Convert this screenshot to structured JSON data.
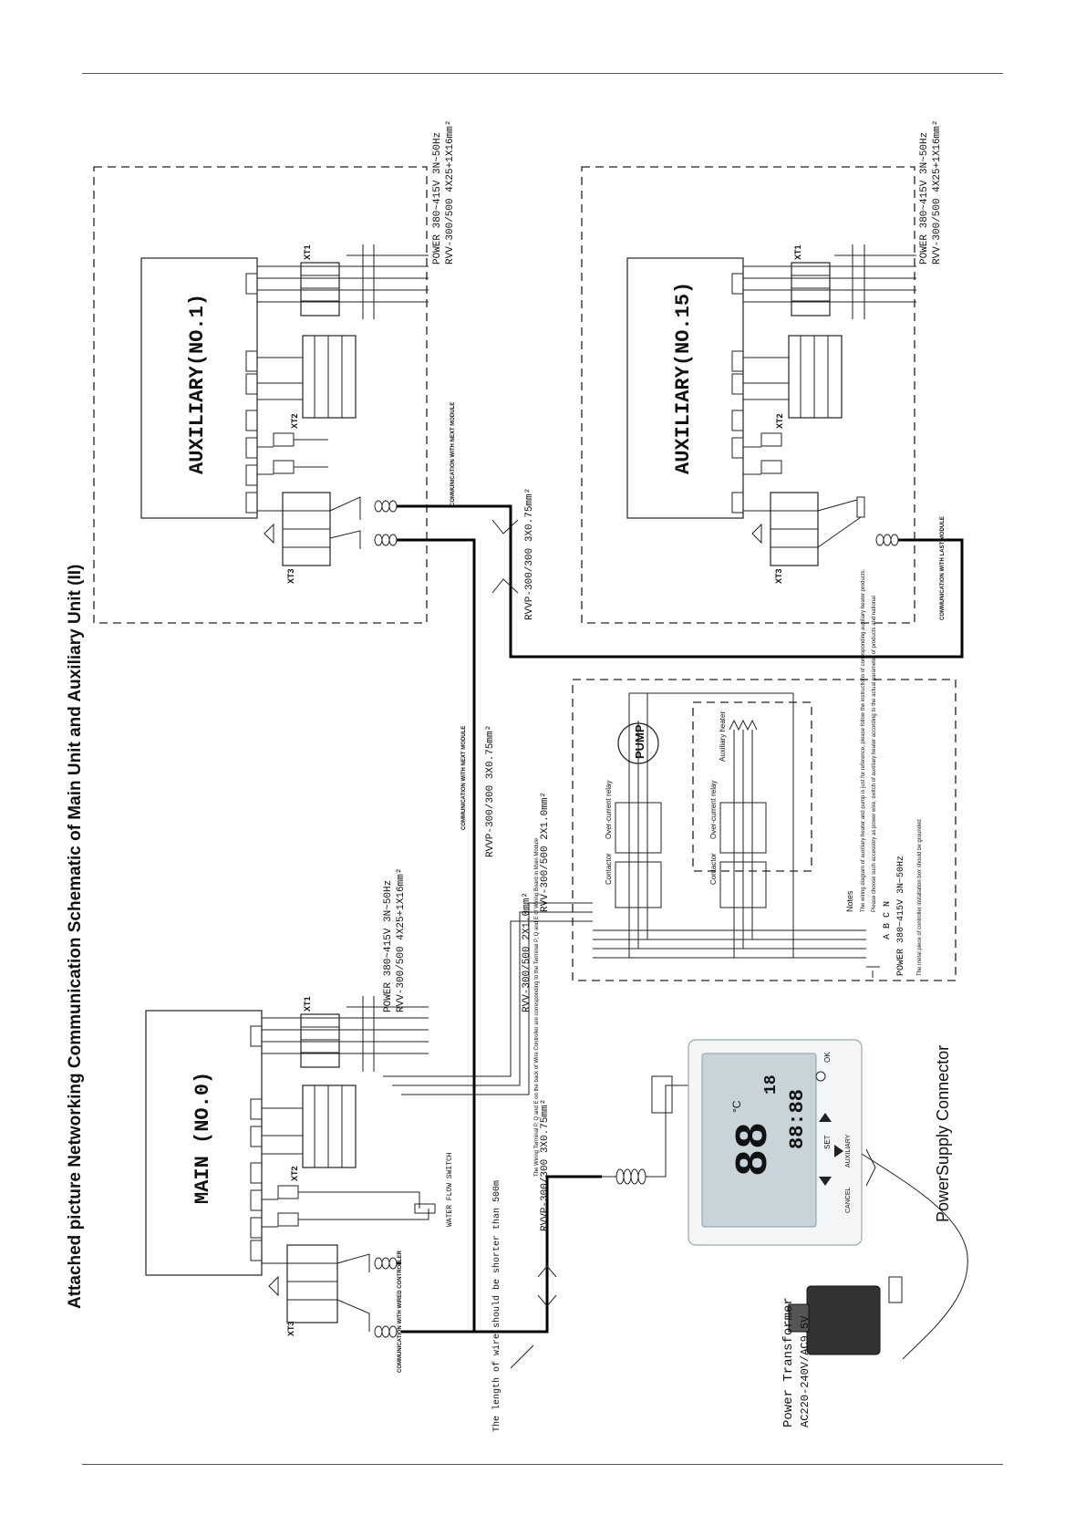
{
  "title": "Attached picture  Networking Communication Schematic of Main Unit and  Auxiliary Unit (II)",
  "units": {
    "aux1": "AUXILIARY(NO.1)",
    "aux15": "AUXILIARY(NO.15)",
    "main": "MAIN (NO.0)"
  },
  "power_labels": {
    "aux1_a": "POWER 380~415V 3N~50Hz",
    "aux1_b": "RVV-300/500 4X25+1X16mm²",
    "aux15_a": "POWER 380~415V 3N~50Hz",
    "aux15_b": "RVV-300/500 4X25+1X16mm²",
    "main_a": "POWER 380~415V 3N~50Hz",
    "main_b": "RVV-300/500 4X25+1X16mm²",
    "accessory": "POWER 380~415V 3N~50Hz"
  },
  "terminals": {
    "xt1": "XT1",
    "xt2": "XT2",
    "xt3": "XT3",
    "abcn": "A B C N"
  },
  "cables": {
    "comm1": "RVVP-300/300 3X0.75mm²",
    "comm_aux": "RVVP-300/300 3X0.75mm²",
    "ctrl1": "RVV-300/500 2X1.0mm²",
    "ctrl2": "RVV-300/500 2X1.0mm²",
    "wired": "RVVP-300/300 3X0.75mm²"
  },
  "comm_notes": {
    "next_module_aux": "COMMUNICATION WITH NEXT MODULE",
    "next_module_main": "COMMUNICATION WITH NEXT MODULE",
    "last_module": "COMMUNICATION WITH LAST MODULE",
    "wired_ctrl": "COMMUNICATION WITH WIRED CONTROLLER",
    "water_flow": "WATER FLOW SWITCH"
  },
  "wire_note": "The length of wire should be shorter than 500m",
  "wiring_terminal_note": "The Wiring Terminal P, Q and E on the back of Wire Controller are corresponding to the Terminal P, Q and E of Wiring Board in Main Module",
  "accessory": {
    "pump": "PUMP",
    "contactor": "Contactor",
    "overcurrent": "Over-current relay",
    "aux_heater": "Auxiliary heater",
    "ground_note": "The metal piece of controller installation box should be grounded",
    "notes_title": "Notes",
    "notes_1": "The wiring diagram of auxiliary heater and pump is just for reference, please follow the instructions of corresponding auxiliary heater products.",
    "notes_2": "Please choose such accessory as power wire, switch of auxiliary heater according to the actual parameter of products and national",
    "abcn": "A B C N"
  },
  "controller": {
    "digits_big": "88",
    "digits_small": "88:88",
    "unit_c": "°C",
    "digits_mid": "18",
    "btn_set": "SET",
    "btn_ok": "OK",
    "btn_cancel": "CANCEL",
    "btn_aux": "AUXILIARY"
  },
  "power_supply": {
    "connector": "PowerSupply Connector",
    "transformer_a": "Power Transformer",
    "transformer_b": "AC220-240V/AC9.5V"
  }
}
